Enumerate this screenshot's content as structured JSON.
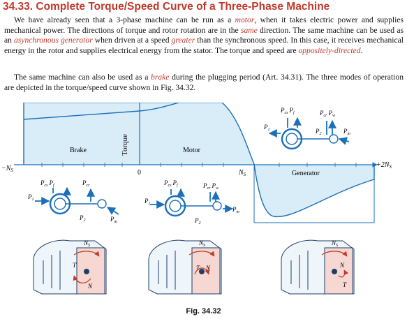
{
  "section": {
    "heading": "34.33. Complete Torque/Speed Curve of a Three-Phase Machine"
  },
  "para1": {
    "t1": "We have already seen that a 3-phase machine can be run as a ",
    "e1": "motor",
    "t2": ", when it takes electric power and supplies mechanical power. The directions of torque and rotor rotation are in the ",
    "e2": "same",
    "t3": " direction. The same machine can be used as an ",
    "e3": "asynchronous generator",
    "t4": " when driven at a speed ",
    "e4": "greater",
    "t5": " than the synchronous speed. In this case, it receives mechanical energy in the rotor and supplies electrical energy from the stator. The torque and speed are ",
    "e5": "oppositely-directed",
    "t6": "."
  },
  "para2": {
    "t1": "The same machine can also be used as a ",
    "e1": "brake",
    "t2": " during the plugging period (Art. 34.31). The three modes of operation are depicted in the torque/speed curve shown in Fig. 34.32."
  },
  "figure": {
    "caption": "Fig. 34.32",
    "axis": {
      "left_label": "−N",
      "left_sub": "S",
      "zero_label": "0",
      "ns_label": "N",
      "ns_sub": "S",
      "right_label": "+2N",
      "right_sub": "S",
      "torque_label": "Torque"
    },
    "regions": {
      "brake": "Brake",
      "motor": "Motor",
      "generator": "Generator"
    },
    "power_labels": {
      "P": "P",
      "cs": "cs",
      "f": "f",
      "cr": "cr",
      "w": "w",
      "one": "1",
      "two": "2",
      "m": "m"
    },
    "motor_labels": {
      "ns": "N",
      "ns_sub": "S",
      "T": "T",
      "N": "N"
    },
    "colors": {
      "curve": "#1d6fb8",
      "fill": "#d9edf8",
      "arrow": "#2b84c6",
      "red": "#c0392b",
      "pink": "#f6d7d2"
    }
  }
}
